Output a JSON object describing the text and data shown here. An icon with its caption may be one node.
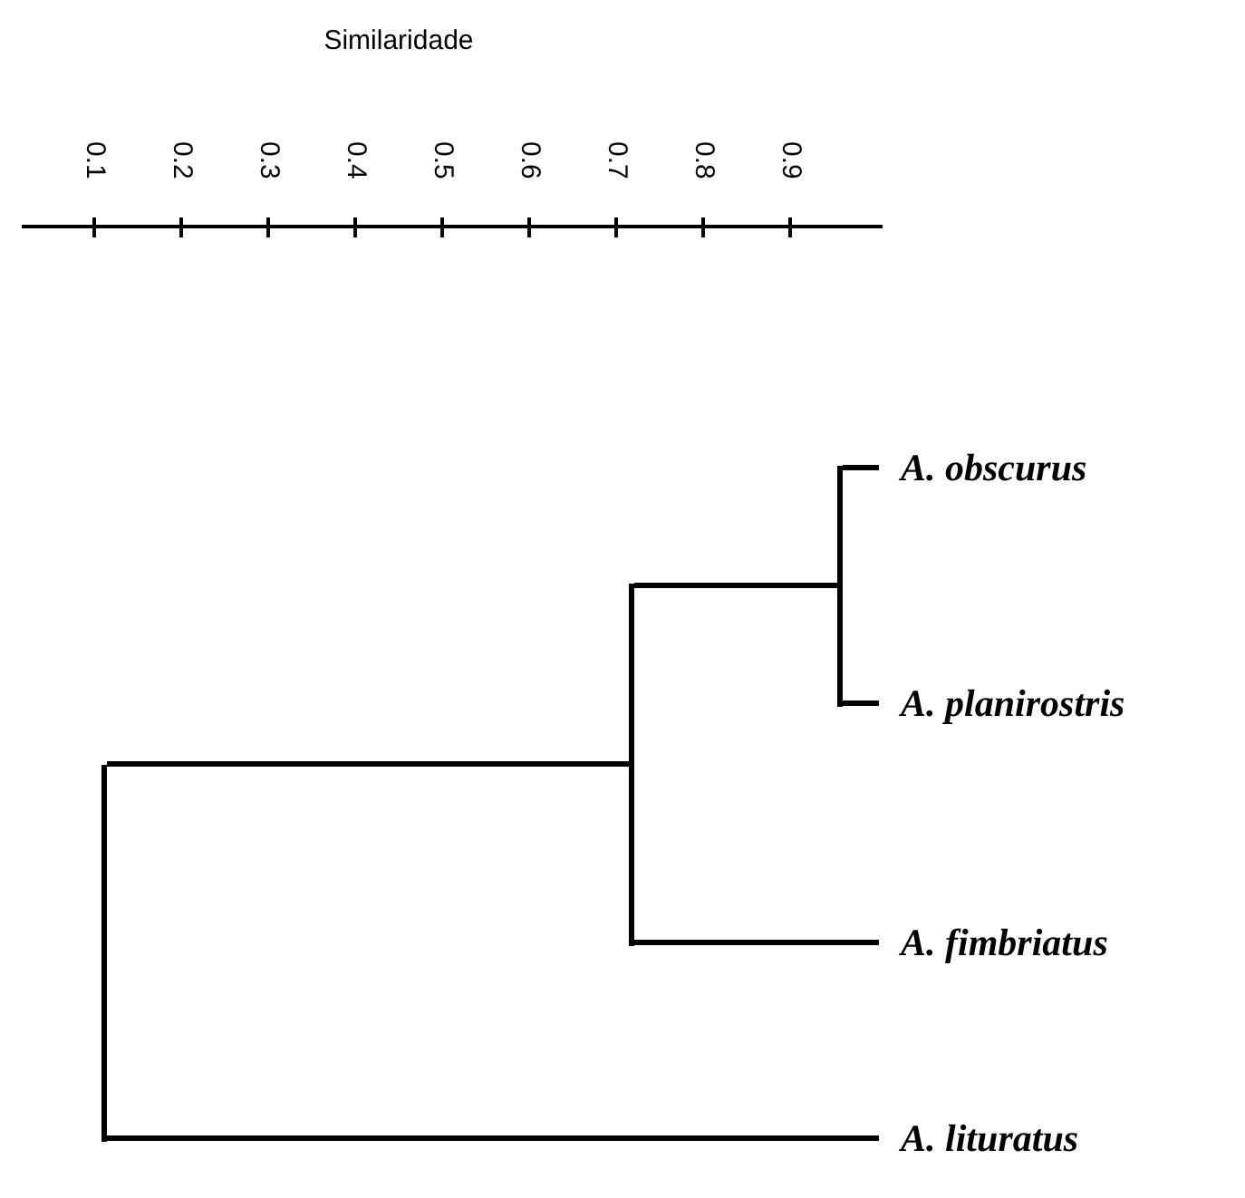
{
  "diagram": {
    "nodes": [
      {
        "text": [
          "A. obscurus"
        ]
      },
      {
        "text": [
          "A. planirostris"
        ]
      },
      {
        "text": [
          "A. fimbriatus"
        ]
      },
      {
        "text": [
          "A. lituratus"
        ]
      },
      {
        "text": [],
        "shape": "bar"
      },
      {
        "text": [],
        "shape": "bar"
      },
      {
        "text": [],
        "shape": "bar"
      }
    ],
    "edges": [
      {
        "from": 6,
        "to": 0,
        "arrow": "none"
      },
      {
        "from": 6,
        "to": 1,
        "arrow": "none"
      },
      {
        "from": 5,
        "to": 6,
        "arrow": "none"
      },
      {
        "from": 5,
        "to": 2,
        "arrow": "none"
      },
      {
        "from": 4,
        "to": 5,
        "arrow": "none"
      },
      {
        "from": 4,
        "to": 3,
        "arrow": "none"
      }
    ],
    "labels": [
      "Similaridade",
      "0.1",
      "0.2",
      "0.3",
      "0.4",
      "0.5",
      "0.6",
      "0.7",
      "0.8",
      "0.9"
    ]
  }
}
